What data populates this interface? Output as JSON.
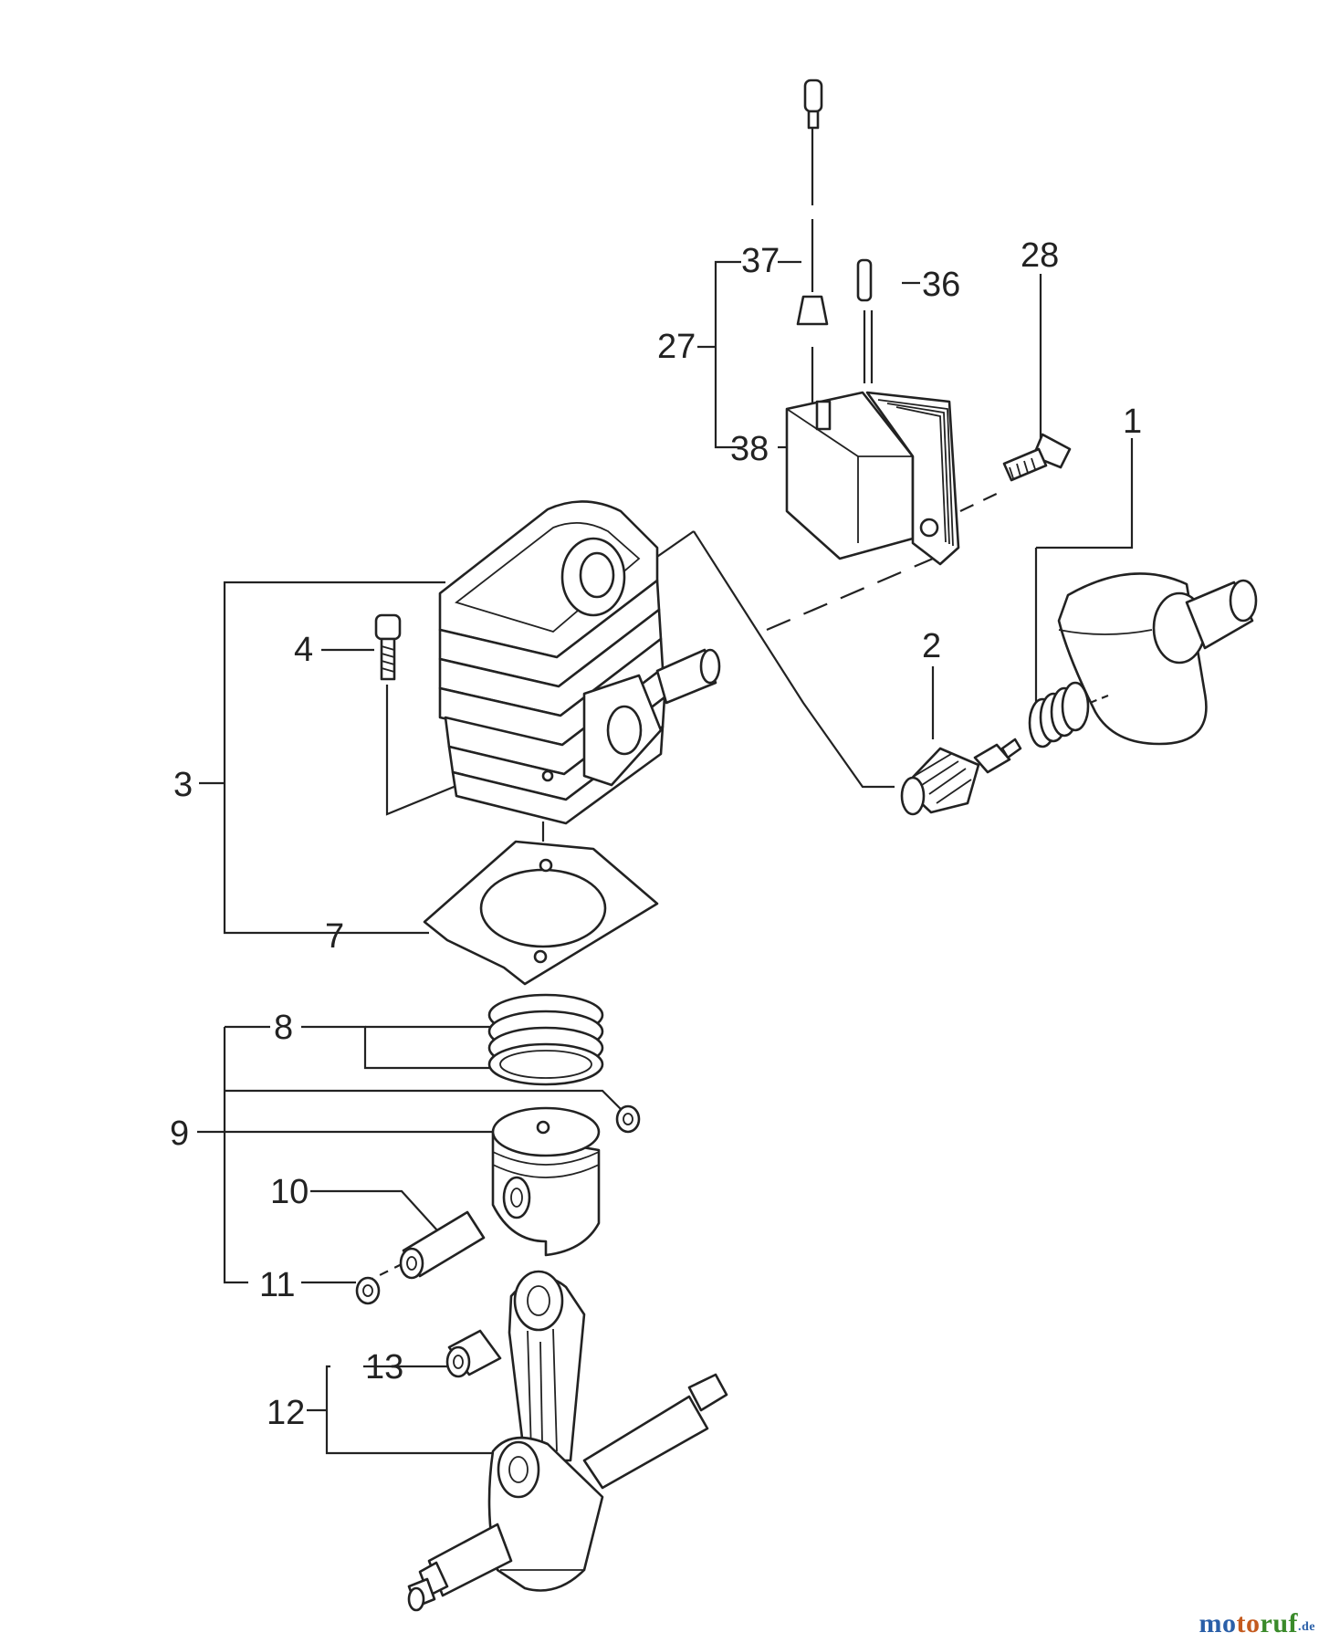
{
  "labels": {
    "l1": "1",
    "l2": "2",
    "l3": "3",
    "l4": "4",
    "l7": "7",
    "l8": "8",
    "l9": "9",
    "l10": "10",
    "l11": "11",
    "l12": "12",
    "l13": "13",
    "l27": "27",
    "l28": "28",
    "l36": "36",
    "l37": "37",
    "l38": "38"
  },
  "watermark": {
    "motoruf": "motoruf",
    "domain": ".de"
  },
  "colors": {
    "watermark_part1": "#2a5fa8",
    "watermark_part2": "#c45a1e",
    "watermark_part3": "#3a8a2a"
  }
}
